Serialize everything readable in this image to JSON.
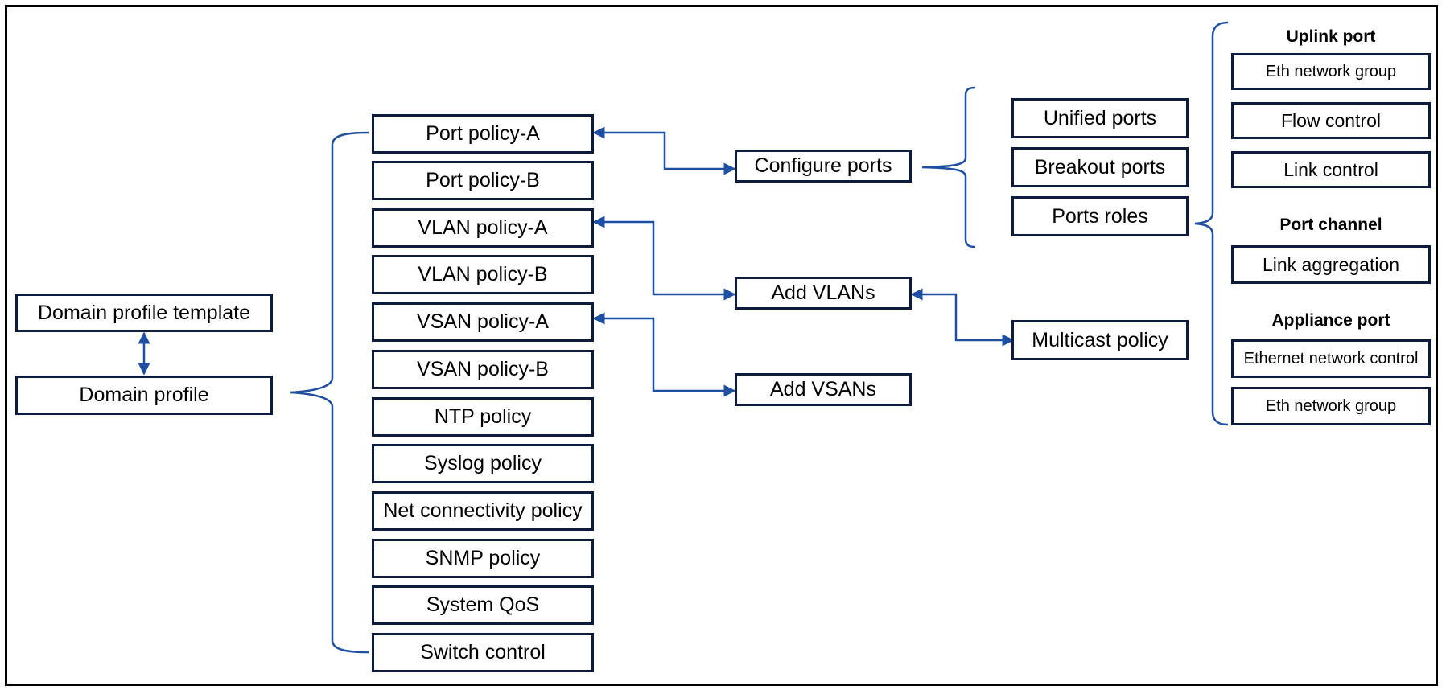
{
  "colors": {
    "box_border": "#0d1b3e",
    "connector": "#1f4fa0",
    "frame": "#000000"
  },
  "left": {
    "template": "Domain profile template",
    "profile": "Domain profile"
  },
  "policies": [
    "Port policy-A",
    "Port policy-B",
    "VLAN policy-A",
    "VLAN policy-B",
    "VSAN policy-A",
    "VSAN policy-B",
    "NTP policy",
    "Syslog policy",
    "Net connectivity policy",
    "SNMP policy",
    "System QoS",
    "Switch control"
  ],
  "actions": {
    "configure_ports": "Configure ports",
    "add_vlans": "Add VLANs",
    "add_vsans": "Add VSANs"
  },
  "port_types": {
    "unified": "Unified ports",
    "breakout": "Breakout ports",
    "roles": "Ports roles",
    "multicast": "Multicast policy"
  },
  "roles": {
    "uplink_title": "Uplink port",
    "uplink_items": [
      "Eth network group",
      "Flow control",
      "Link control"
    ],
    "channel_title": "Port channel",
    "channel_items": [
      "Link aggregation"
    ],
    "appliance_title": "Appliance port",
    "appliance_items": [
      "Ethernet network control",
      "Eth network group"
    ]
  }
}
